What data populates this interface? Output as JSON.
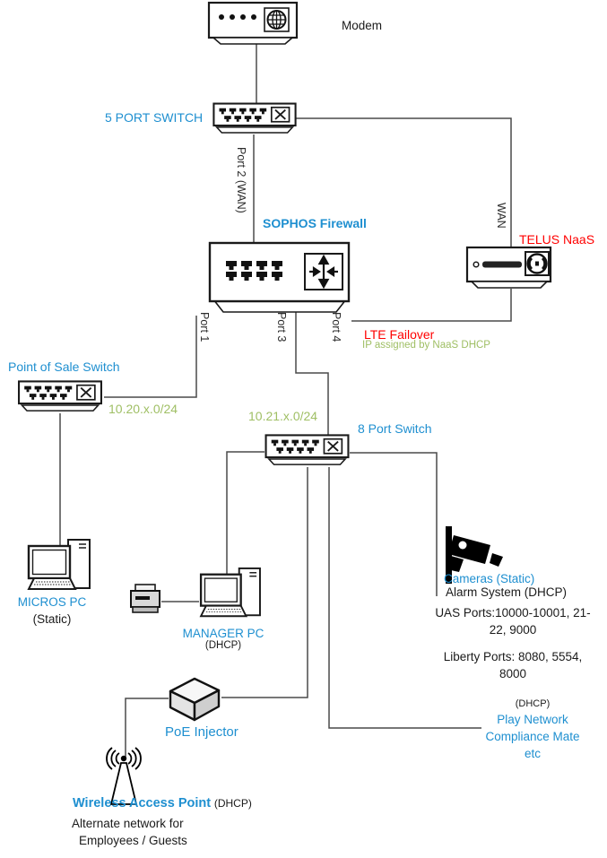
{
  "colors": {
    "label_blue": "#1e8fd0",
    "label_red": "#ff0000",
    "label_green": "#9fbf64",
    "connector": "#4a4a4a"
  },
  "nodes": {
    "modem": "Modem",
    "five_port_switch": "5 PORT SWITCH",
    "sophos_firewall": "SOPHOS Firewall",
    "telus_naas": "TELUS NaaS",
    "pos_switch": "Point of Sale Switch",
    "pos_subnet": "10.20.x.0/24",
    "eight_port_switch": "8 Port Switch",
    "lan_subnet": "10.21.x.0/24",
    "micros_pc": "MICROS PC",
    "micros_note": "(Static)",
    "manager_pc": "MANAGER PC",
    "manager_note": "(DHCP)",
    "cameras": "Cameras (Static)",
    "alarm": "Alarm System (DHCP)",
    "uas_ports_1": "UAS Ports:10000-10001, 21-",
    "uas_ports_2": "22, 9000",
    "liberty_ports_1": "Liberty Ports: 8080, 5554,",
    "liberty_ports_2": "8000",
    "play_dhcp": "(DHCP)",
    "play_1": "Play Network",
    "play_2": "Compliance Mate",
    "play_3": "etc",
    "poe_injector": "PoE Injector",
    "wap": "Wireless Access Point",
    "wap_note": "(DHCP)",
    "wap_alt_1": "Alternate network for",
    "wap_alt_2": "Employees / Guests"
  },
  "links": {
    "port1": "Port 1",
    "port2": "Port 2 (WAN)",
    "port3": "Port 3",
    "port4": "Port 4",
    "wan": "WAN",
    "lte_failover": "LTE Failover",
    "lte_note": "IP assigned by NaaS DHCP"
  }
}
